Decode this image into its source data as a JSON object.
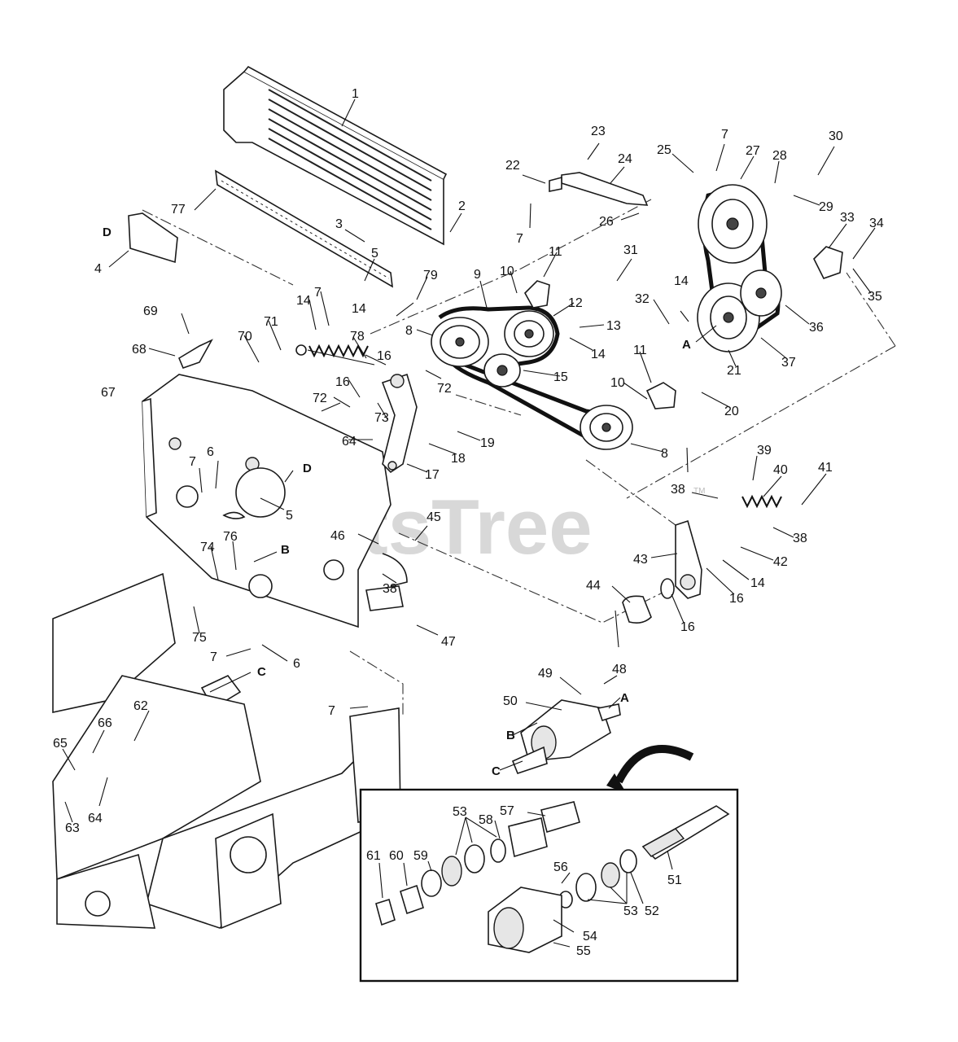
{
  "watermark": "PartsTree",
  "trademark": "TM",
  "callouts": [
    "1",
    "2",
    "3",
    "4",
    "5",
    "6",
    "7",
    "8",
    "9",
    "10",
    "11",
    "12",
    "13",
    "14",
    "15",
    "16",
    "17",
    "18",
    "19",
    "20",
    "21",
    "22",
    "23",
    "24",
    "25",
    "26",
    "27",
    "28",
    "29",
    "30",
    "31",
    "32",
    "33",
    "34",
    "35",
    "36",
    "37",
    "38",
    "39",
    "40",
    "41",
    "42",
    "43",
    "44",
    "45",
    "46",
    "47",
    "48",
    "49",
    "50",
    "51",
    "52",
    "53",
    "54",
    "55",
    "56",
    "57",
    "58",
    "59",
    "60",
    "61",
    "62",
    "63",
    "64",
    "65",
    "66",
    "67",
    "68",
    "69",
    "70",
    "71",
    "72",
    "73",
    "74",
    "75",
    "76",
    "77",
    "78",
    "79"
  ],
  "reference_letters": [
    "A",
    "B",
    "C",
    "D"
  ]
}
